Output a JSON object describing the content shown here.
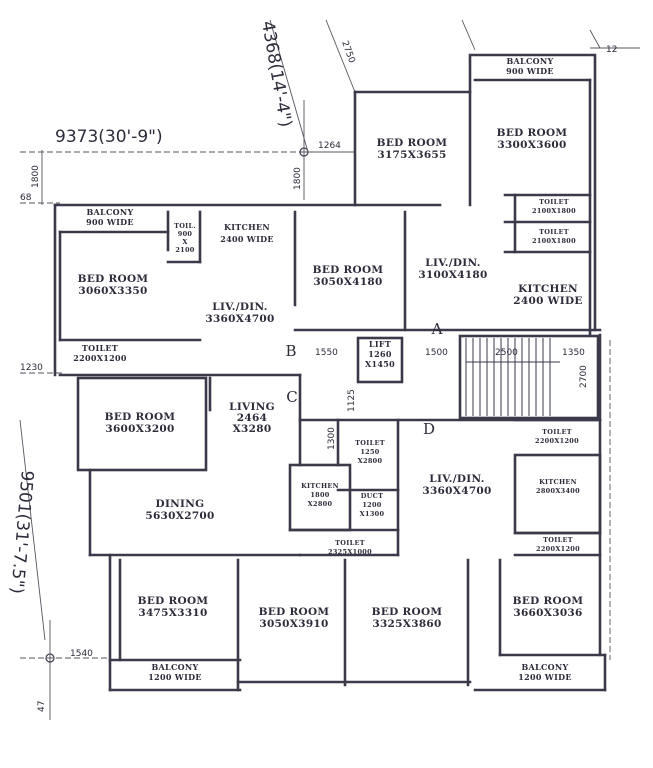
{
  "dimensions": {
    "top_width": "9373(30'-9\")",
    "diag_top": "4368(14'-4\")",
    "diag_left": "9501(31'-7.5\")",
    "d2750": "2750",
    "d1264": "1264",
    "d1800a": "1800",
    "d1800b": "1800",
    "d68": "68",
    "d1230": "1230",
    "d1550": "1550",
    "d1500": "1500",
    "d2500": "2500",
    "d1350": "1350",
    "d2700": "2700",
    "d1125": "1125",
    "d1300": "1300",
    "d1540": "1540",
    "d12": "12",
    "d47": "47"
  },
  "markers": {
    "a": "A",
    "b": "B",
    "c": "C",
    "d": "D"
  },
  "rooms": {
    "balcony_top_right": [
      "BALCONY",
      "900 WIDE"
    ],
    "bed_top_mid": [
      "BED ROOM",
      "3175X3655"
    ],
    "bed_top_right": [
      "BED ROOM",
      "3300X3600"
    ],
    "toilet_tr1": [
      "TOILET",
      "2100X1800"
    ],
    "toilet_tr2": [
      "TOILET",
      "2100X1800"
    ],
    "balcony_left": [
      "BALCONY",
      "900 WIDE"
    ],
    "toilet_small": [
      "TOIL.",
      "900",
      "X",
      "2100"
    ],
    "kitchen_top_left": [
      "KITCHEN",
      "2400 WIDE"
    ],
    "bed_left": [
      "BED ROOM",
      "3060X3350"
    ],
    "liv_din_left": [
      "LIV./DIN.",
      "3360X4700"
    ],
    "bed_center": [
      "BED ROOM",
      "3050X4180"
    ],
    "liv_din_right": [
      "LIV./DIN.",
      "3100X4180"
    ],
    "kitchen_right": [
      "KITCHEN",
      "2400 WIDE"
    ],
    "toilet_left": [
      "TOILET",
      "2200X1200"
    ],
    "lift": [
      "LIFT",
      "1260",
      "X1450"
    ],
    "bed_mid_left": [
      "BED ROOM",
      "3600X3200"
    ],
    "living": [
      "LIVING",
      "2464",
      "X3280"
    ],
    "toilet_mid": [
      "TOILET",
      "1250",
      "X2800"
    ],
    "kitchen_mid": [
      "KITCHEN",
      "1800",
      "X2800"
    ],
    "duct": [
      "DUCT",
      "1200",
      "X1300"
    ],
    "toilet_d1": [
      "TOILET",
      "2200X1200"
    ],
    "liv_din_lower": [
      "LIV./DIN.",
      "3360X4700"
    ],
    "kitchen_lower_right": [
      "KITCHEN",
      "2800X3400"
    ],
    "toilet_lower_right": [
      "TOILET",
      "2200X1200"
    ],
    "dining": [
      "DINING",
      "5630X2700"
    ],
    "toilet_bottom_mid": [
      "TOILET",
      "2325X1000"
    ],
    "bed_bottom_1": [
      "BED ROOM",
      "3475X3310"
    ],
    "bed_bottom_2": [
      "BED ROOM",
      "3050X3910"
    ],
    "bed_bottom_3": [
      "BED ROOM",
      "3325X3860"
    ],
    "bed_bottom_4": [
      "BED ROOM",
      "3660X3036"
    ],
    "balcony_bottom_left": [
      "BALCONY",
      "1200 WIDE"
    ],
    "balcony_bottom_right": [
      "BALCONY",
      "1200 WIDE"
    ]
  }
}
